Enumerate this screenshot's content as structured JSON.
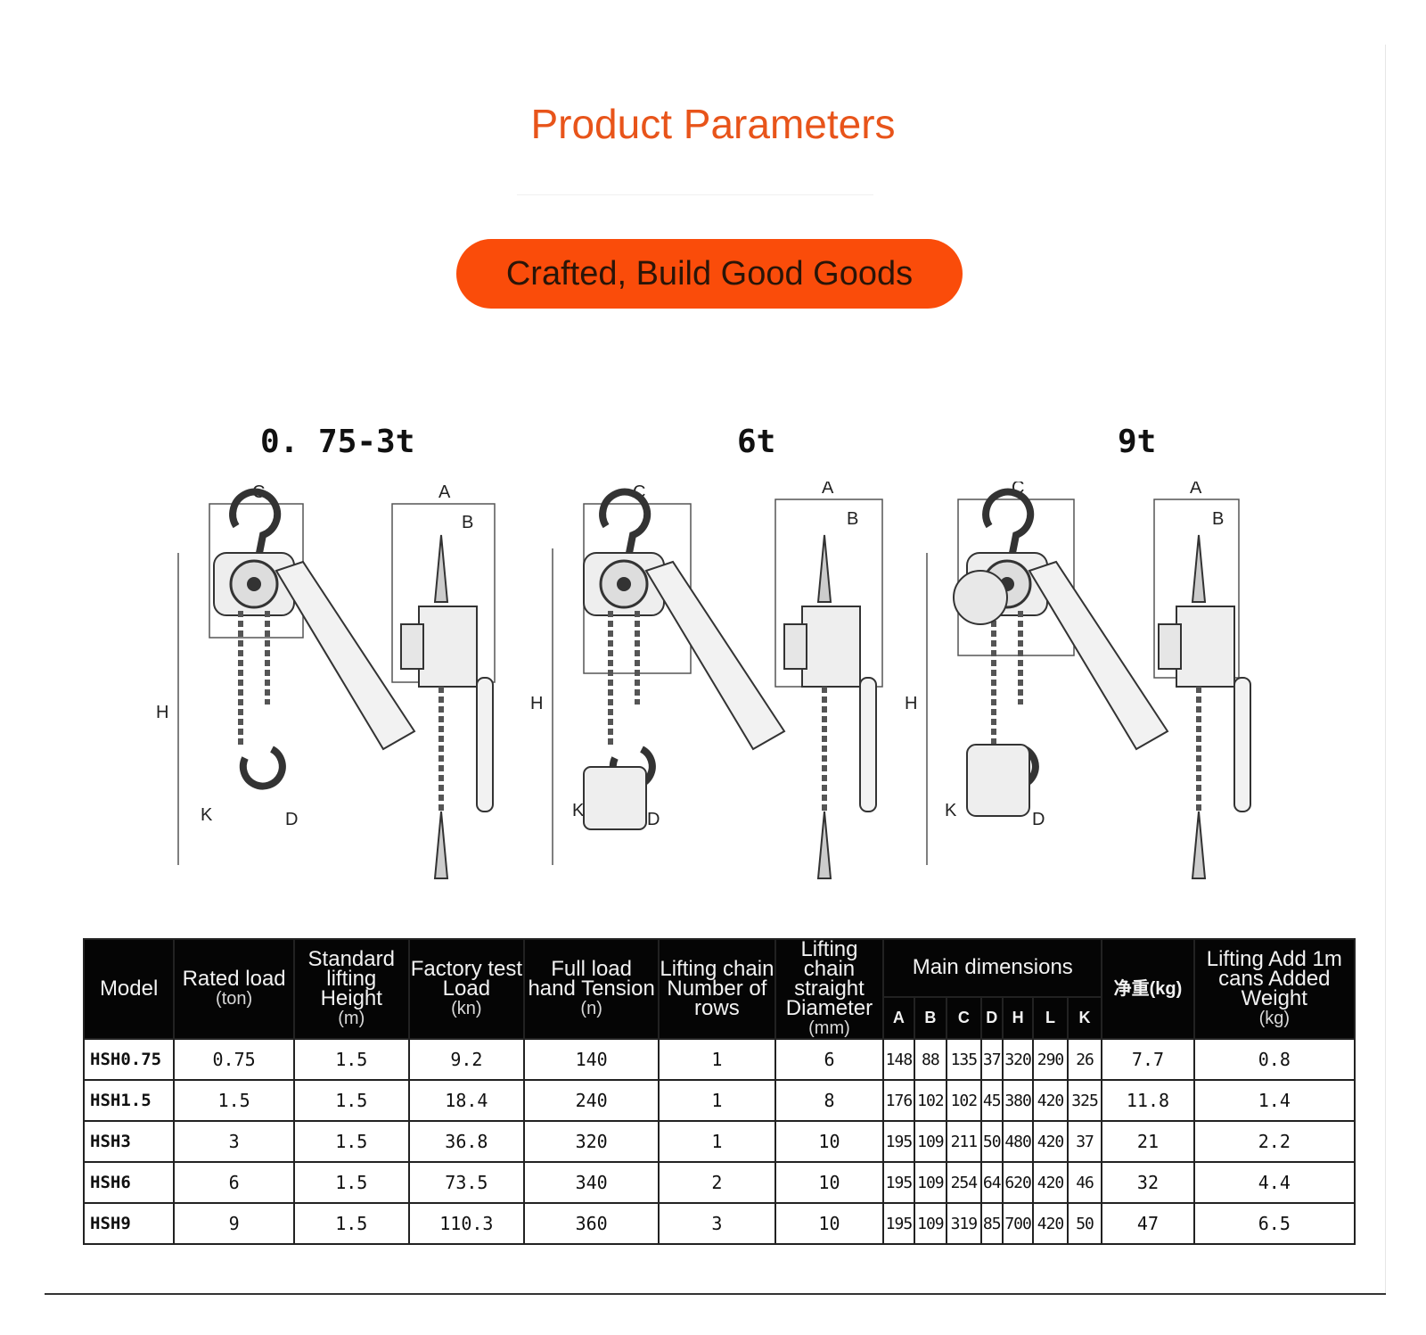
{
  "title": "Product Parameters",
  "banner": "Crafted, Build Good Goods",
  "capacities": [
    "0. 75-3t",
    "6t",
    "9t"
  ],
  "dimension_letters": {
    "c": "C",
    "a": "A",
    "b": "B",
    "h": "H",
    "l": "L",
    "k": "K",
    "d": "D"
  },
  "table": {
    "headers": {
      "model": "Model",
      "rated_load": "Rated load",
      "rated_load_unit": "(ton)",
      "lifting_height": "Standard lifting Height",
      "lifting_height_unit": "(m)",
      "test_load": "Factory test Load",
      "test_load_unit": "(kn)",
      "hand_tension": "Full load hand Tension",
      "hand_tension_unit": "(n)",
      "chain_rows": "Lifting chain Number of rows",
      "chain_diameter": "Lifting chain straight Diameter",
      "chain_diameter_unit": "(mm)",
      "main_dimensions": "Main dimensions",
      "net_weight": "净重(kg)",
      "added_weight": "Lifting Add 1m cans Added Weight",
      "added_weight_unit": "(kg)"
    },
    "dim_columns": [
      "A",
      "B",
      "C",
      "D",
      "H",
      "L",
      "K"
    ],
    "rows": [
      {
        "model": "HSH0.75",
        "load": "0.75",
        "height": "1.5",
        "test": "9.2",
        "tension": "140",
        "rows": "1",
        "diameter": "6",
        "dims": [
          "148",
          "88",
          "135",
          "37",
          "320",
          "290",
          "26"
        ],
        "net": "7.7",
        "added": "0.8"
      },
      {
        "model": "HSH1.5",
        "load": "1.5",
        "height": "1.5",
        "test": "18.4",
        "tension": "240",
        "rows": "1",
        "diameter": "8",
        "dims": [
          "176",
          "102",
          "102",
          "45",
          "380",
          "420",
          "325"
        ],
        "net": "11.8",
        "added": "1.4"
      },
      {
        "model": "HSH3",
        "load": "3",
        "height": "1.5",
        "test": "36.8",
        "tension": "320",
        "rows": "1",
        "diameter": "10",
        "dims": [
          "195",
          "109",
          "211",
          "50",
          "480",
          "420",
          "37"
        ],
        "net": "21",
        "added": "2.2"
      },
      {
        "model": "HSH6",
        "load": "6",
        "height": "1.5",
        "test": "73.5",
        "tension": "340",
        "rows": "2",
        "diameter": "10",
        "dims": [
          "195",
          "109",
          "254",
          "64",
          "620",
          "420",
          "46"
        ],
        "net": "32",
        "added": "4.4"
      },
      {
        "model": "HSH9",
        "load": "9",
        "height": "1.5",
        "test": "110.3",
        "tension": "360",
        "rows": "3",
        "diameter": "10",
        "dims": [
          "195",
          "109",
          "319",
          "85",
          "700",
          "420",
          "50"
        ],
        "net": "47",
        "added": "6.5"
      }
    ]
  }
}
